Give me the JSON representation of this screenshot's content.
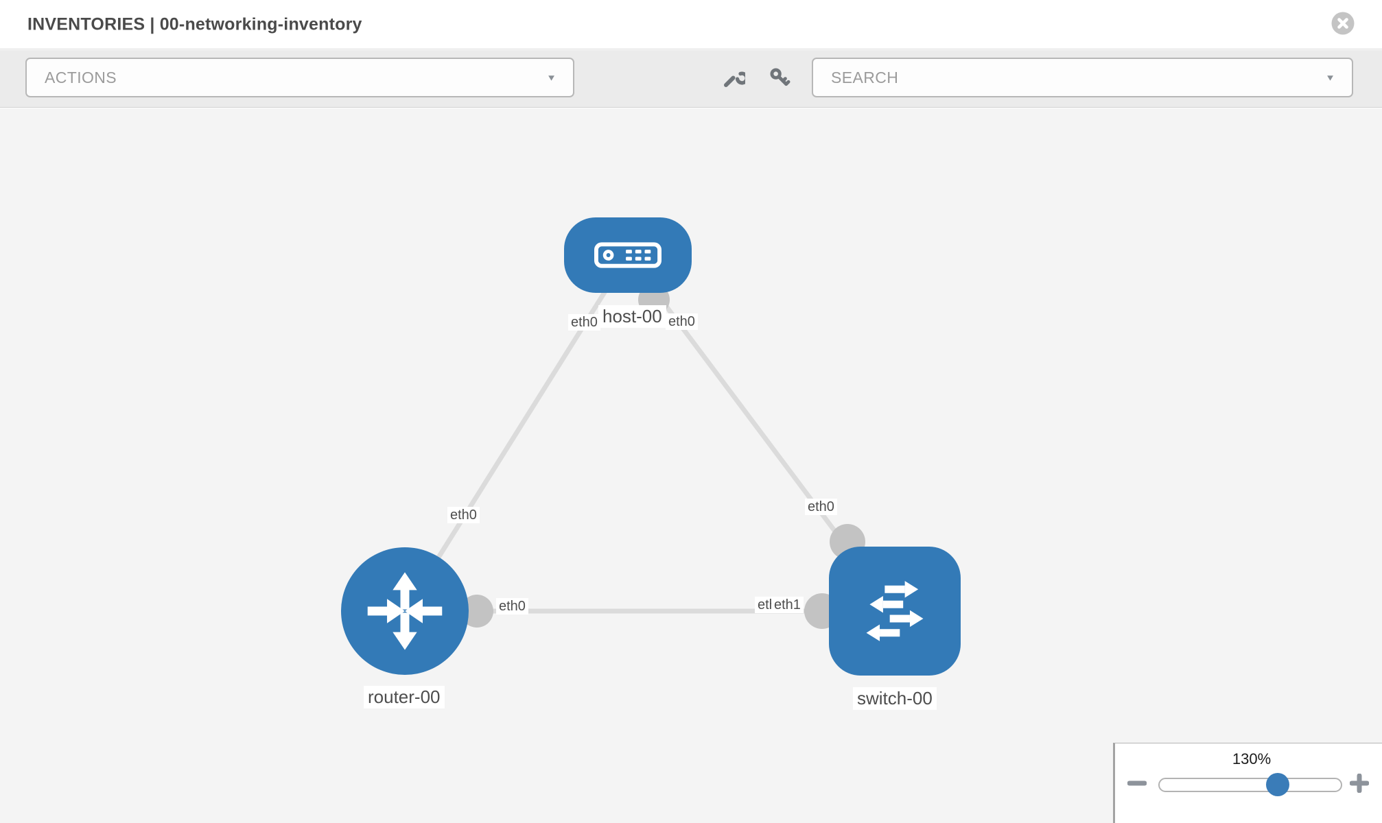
{
  "header": {
    "title": "INVENTORIES | 00-networking-inventory"
  },
  "toolbar": {
    "actions_label": "ACTIONS",
    "search_placeholder": "SEARCH",
    "caret": "▼"
  },
  "topology": {
    "nodes": [
      {
        "id": "host-00",
        "type": "host",
        "label": "host-00"
      },
      {
        "id": "router-00",
        "type": "router",
        "label": "router-00"
      },
      {
        "id": "switch-00",
        "type": "switch",
        "label": "switch-00"
      }
    ],
    "links": [
      {
        "from": "host-00",
        "from_interface": "eth0",
        "to": "router-00",
        "to_interface": "eth0"
      },
      {
        "from": "host-00",
        "from_interface": "eth0",
        "to": "switch-00",
        "to_interface": "eth0"
      },
      {
        "from": "router-00",
        "from_interface": "eth0",
        "to": "switch-00",
        "to_interface": "eth1"
      }
    ],
    "iface_labels": [
      {
        "text": "eth0"
      },
      {
        "text": "eth0"
      },
      {
        "text": "eth0"
      },
      {
        "text": "eth0"
      },
      {
        "text": "eth0"
      },
      {
        "text": "eth0"
      },
      {
        "text": "eth1"
      }
    ]
  },
  "zoom_control": {
    "level": "130%"
  },
  "colors": {
    "node_blue": "#337ab7",
    "edge_gray": "#dbdbdb",
    "port_gray": "#c3c3c3",
    "thumb_blue": "#3a7cb8"
  }
}
